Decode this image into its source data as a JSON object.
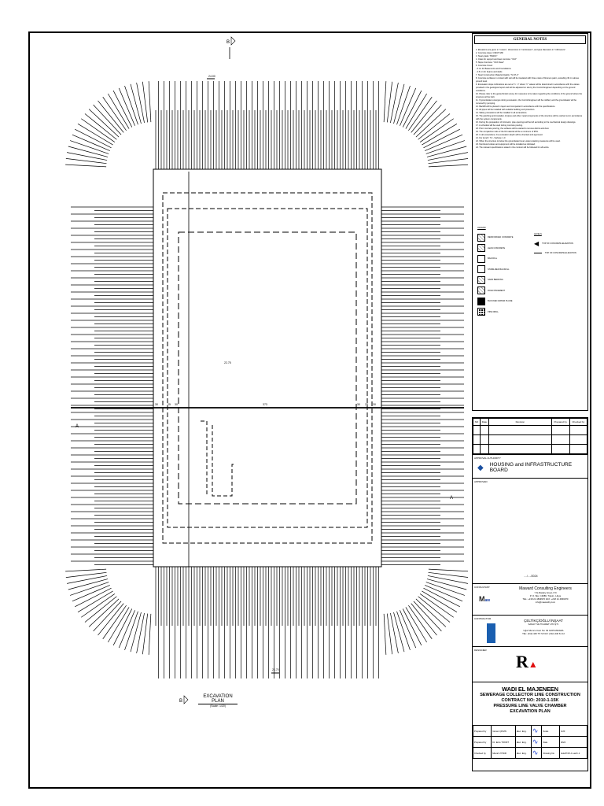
{
  "notes": {
    "title": "GENERAL NOTES",
    "items": [
      "1. Elevations are given in \"meters\", dimensions in \"centimeters\", and pipe diameters in \"millimeters\".",
      "2. Concrete class: C30/37 MR",
      "3. Steel grade: \"B420C\"",
      "4. Class for support and lean concrete: \"C16\"",
      "5. Slope Concrete: \"C16 Class\"",
      "6. Concrete Cover:",
      "   - 5 cm for Basements and Foundations",
      "   - 2.5 cm for beams and slabs",
      "7. Steel Construction Material Quality: \"St 37-2\"",
      "8. Concrete surfaces in contact with soil will be insulated with three coats of bitumen paint, extending 30 cm above ground level.",
      "9. Excavation slope inclinations are set at \"1 : n\" where \"n\" values will be determined in accordance with the values provided in the geological report and will be adjusted on site by the Control Engineer depending on the ground conditions.",
      "10. Please refer to the geotechnical survey for measures to be taken regarding the conditions of the ground where the structure will be built.",
      "11. If groundwater emerges during excavation, the Control Engineer will be notified, and the groundwater will be removed by pumping.",
      "12. Backfill will be placed in layers and compacted in accordance with the specifications.",
      "13. All pipes will be installed with suitable bedding and protection.",
      "14. Safety precautions will be installed in all excavations.",
      "15. The patching and insulation of pipes and other metal components of the structure will be carried out in accordance with the system components.",
      "16. During the preparation of formwork, pipe openings will be left according to the mechanical design drawings.",
      "17. A schedule will be used during concrete pouring.",
      "18. Prior concrete pouring, the surfaces will be wetted to remove debris and dust.",
      "19. The compaction ratio of the fill material will be a minimum of 95%.",
      "20. In all excavations, the excavation depth will be checked and approved.",
      "21. For trench: 7.0 - Surface: 1.0",
      "22. When the structure is below the groundwater level, water-retaining measures will be used.",
      "23. Numbered valves and equipment will be installed as indicated.",
      "24. The relevant specifications stated in the contract will be followed for all works."
    ]
  },
  "legend": {
    "title": "LEGEND",
    "items": [
      "REINFORCED CONCRETE",
      "LEAN CONCRETE",
      "BACKFILL",
      "STABILIZED BACKFILL",
      "SAND BEDDING",
      "ROAD PAVEMENT",
      "BLOCKED WATER PLANE",
      "PIPE DRILL"
    ],
    "levels_title": "LEVELS",
    "levels": [
      "TOP OF CONCRETE ELEVATION",
      "TOP OF CONCRETE ELEVATION"
    ]
  },
  "revision": {
    "headers": [
      "NO",
      "Date",
      "Revision",
      "Prepared by",
      "Checked by"
    ]
  },
  "approval": {
    "label": "APPROVAL AUTHORITY",
    "name": "HOUSING and INFRASTRUCTURE BOARD",
    "approved_label": "APPROVED",
    "date": "..../..../2024"
  },
  "consultant": {
    "label": "CONSULTANT",
    "name": "Maward Consulting Engineers",
    "lines": [
      "7 Al-Madary street, 8 9",
      "P. O. Box: 13689, Tripoli - Libya",
      "TEL: +218 21 4849970 FAX: +218 21 4849970",
      "info@mawardly.com"
    ]
  },
  "contractor": {
    "label": "CONTRACTOR",
    "name": "ÇELTİKÇİOĞLU İNŞAAT",
    "sub": "SANAYİ VE TİCARET LTD.ŞTİ.",
    "lines": [
      "Uğur Mumcu Cad. No: 92 GOP/ANKARA",
      "TEL: (312) 446 75 72 FAX: (312) 446 61 12"
    ]
  },
  "designer": {
    "label": "DESIGNER"
  },
  "project": {
    "name": "WADI EL MAJENEEN",
    "l1": "SEWERAGE COLLECTOR LINE CONSTRUCTION",
    "l2": "CONTRACT NO: 2010-1-15K",
    "l3": "PRESSURE LINE VALVE CHAMBER",
    "l4": "EXCAVATION PLAN"
  },
  "signatures": [
    [
      "Prepared by",
      "Günen ÇKMN",
      "Elec. Eng.",
      "",
      "Scale",
      "1/20"
    ],
    [
      "Prepared by",
      "Dr. Erdo TOKMT",
      "Elec. Eng.",
      "",
      "Date",
      "2024"
    ],
    [
      "Checked by",
      "Mecal UYSNK",
      "Elec. Eng.",
      "",
      "Drawing No",
      "HutaTN/V-C-ua/C-1"
    ]
  ],
  "plan": {
    "title": "EXCAVATION PLAN",
    "scale": "(Scale: 1/20)",
    "section_b": "B",
    "section_a": "A",
    "dims": [
      "30",
      "25",
      "30",
      "373",
      "30",
      "25",
      "30"
    ],
    "levels": [
      "24.00",
      "22.75",
      "21.70"
    ]
  }
}
